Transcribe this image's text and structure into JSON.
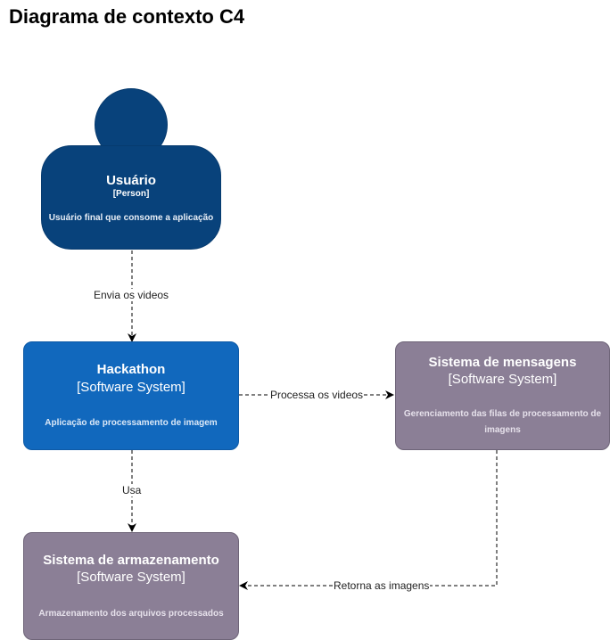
{
  "title": "Diagrama de contexto C4",
  "nodes": {
    "usuario": {
      "name": "Usuário",
      "type": "[Person]",
      "description": "Usuário final que consome a aplicação",
      "color": "#08427b"
    },
    "hackathon": {
      "name": "Hackathon",
      "type": "[Software System]",
      "description": "Aplicação de processamento de imagem",
      "color": "#1168bd"
    },
    "mensagens": {
      "name": "Sistema de mensagens",
      "type": "[Software System]",
      "description": "Gerenciamento das filas de processamento de imagens",
      "color": "#8b7f96"
    },
    "armazenamento": {
      "name": "Sistema de armazenamento",
      "type": "[Software System]",
      "description": "Armazenamento dos arquivos processados",
      "color": "#8b7f96"
    }
  },
  "edges": [
    {
      "from": "usuario",
      "to": "hackathon",
      "label": "Envia os videos"
    },
    {
      "from": "hackathon",
      "to": "mensagens",
      "label": "Processa os videos"
    },
    {
      "from": "hackathon",
      "to": "armazenamento",
      "label": "Usa"
    },
    {
      "from": "mensagens",
      "to": "armazenamento",
      "label": "Retorna as imagens"
    }
  ]
}
